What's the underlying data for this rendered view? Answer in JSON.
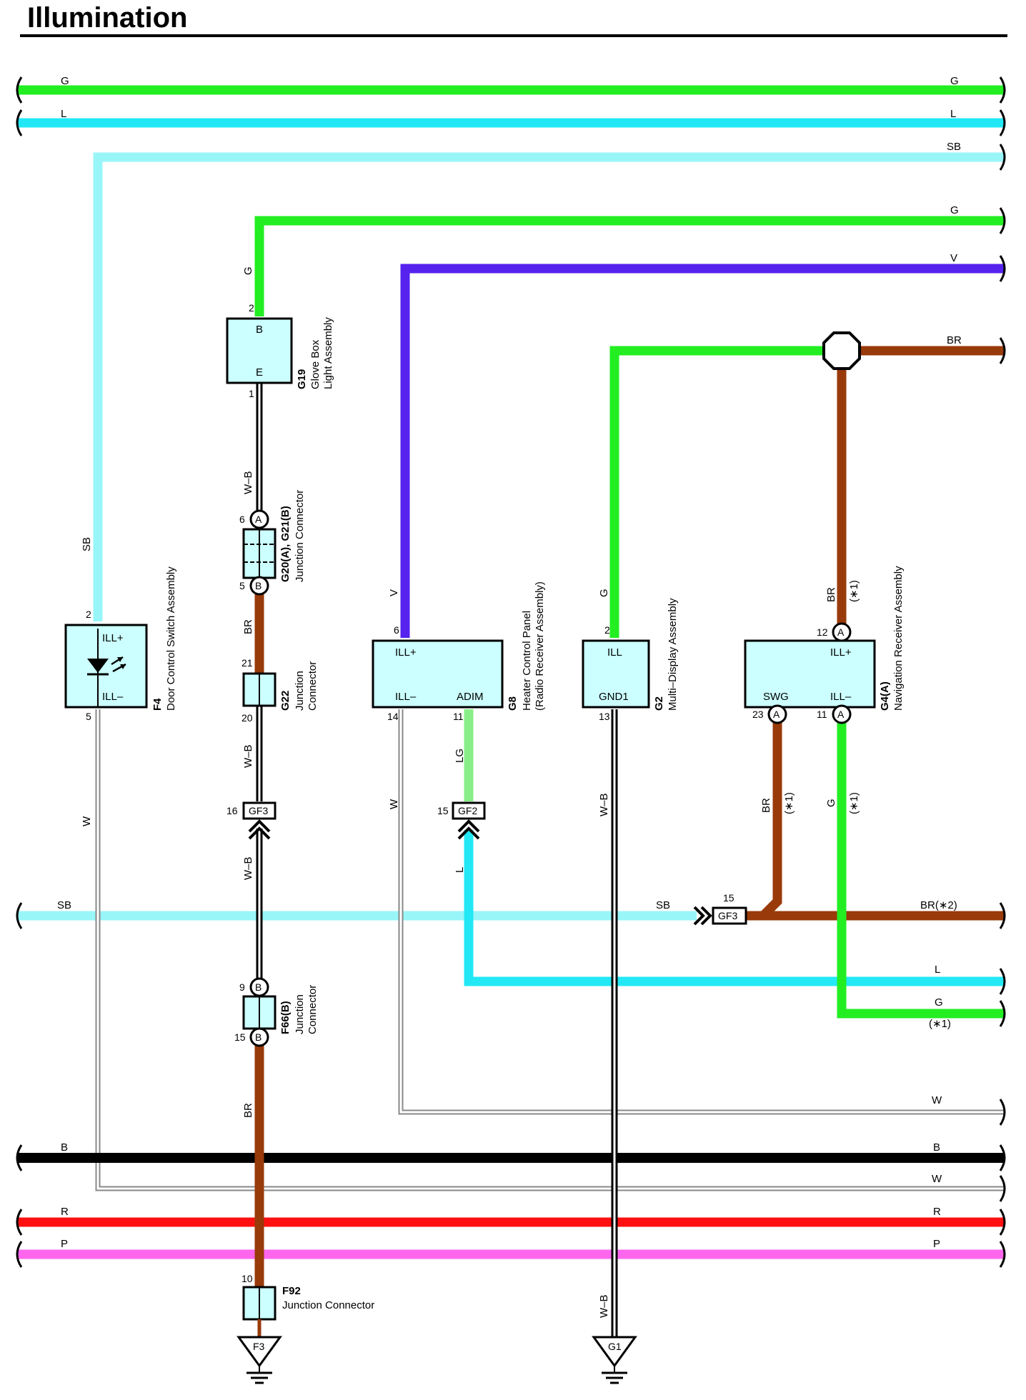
{
  "title": "Illumination",
  "colors": {
    "G": "#22ee22",
    "L": "#22e8f5",
    "SB": "#99f6f8",
    "V": "#5522ee",
    "BR": "#993a0a",
    "LG": "#88ee88",
    "B": "#000000",
    "R": "#ff1111",
    "P": "#ff66ee",
    "W": "#888888",
    "box": "#ccffff"
  },
  "wire_labels": {
    "g_top_left": "G",
    "g_top_right": "G",
    "l_top_left": "L",
    "l_top_right": "L",
    "sb_top_right": "SB",
    "g2_right": "G",
    "v_right": "V",
    "br_right": "BR",
    "sb_f4": "SB",
    "g_g19": "G",
    "wb_g19": "W–B",
    "br_g20": "BR",
    "wb_g22": "W–B",
    "wb_gf3": "W–B",
    "br_f66": "BR",
    "v_g8": "V",
    "w_g8": "W",
    "lg_g8": "LG",
    "l_gf2": "L",
    "g_g2": "G",
    "wb_g2": "W–B",
    "wb_g1": "W–B",
    "br_g4_top": "BR",
    "br_g4_top_note": "(∗1)",
    "br_g4_swg": "BR",
    "br_g4_swg_note": "(∗1)",
    "g_g4_ill": "G",
    "g_g4_ill_note": "(∗1)",
    "w_f4": "W",
    "sb_mid_left": "SB",
    "sb_mid_gf3": "SB",
    "br_mid_right": "BR(∗2)",
    "l_low_right": "L",
    "g_low_right": "G",
    "g_low_right_note": "(∗1)",
    "w_low_right": "W",
    "b_left": "B",
    "b_right": "B",
    "w2_right": "W",
    "r_left": "R",
    "r_right": "R",
    "p_left": "P",
    "p_right": "P"
  },
  "components": {
    "f4": {
      "code": "F4",
      "name": "Door Control Switch Assembly",
      "term_top": "ILL+",
      "term_bottom": "ILL–",
      "pin_top": "2",
      "pin_bottom": "5"
    },
    "g19": {
      "code": "G19",
      "name_line1": "Glove Box",
      "name_line2": "Light Assembly",
      "term_top": "B",
      "term_bottom": "E",
      "pin_top": "2",
      "pin_bottom": "1"
    },
    "g20": {
      "code": "G20(A), G21(B)",
      "name": "Junction Connector",
      "pin_top": "6",
      "pin_top_letter": "A",
      "pin_bottom": "5",
      "pin_bottom_letter": "B"
    },
    "g22": {
      "code": "G22",
      "name_line1": "Junction",
      "name_line2": "Connector",
      "pin_top": "21",
      "pin_bottom": "20"
    },
    "gf3_left": {
      "label": "GF3",
      "pin": "16"
    },
    "f66": {
      "code": "F66(B)",
      "name_line1": "Junction",
      "name_line2": "Connector",
      "pin_top": "9",
      "pin_top_letter": "B",
      "pin_bottom": "15",
      "pin_bottom_letter": "B"
    },
    "f92": {
      "code": "F92",
      "name": "Junction Connector",
      "pin": "10"
    },
    "f3": {
      "label": "F3"
    },
    "g8": {
      "code": "G8",
      "name_line1": "Heater Control Panel",
      "name_line2": "(Radio Receiver Assembly)",
      "term_top": "ILL+",
      "term_bl": "ILL–",
      "term_br": "ADIM",
      "pin_top": "6",
      "pin_bl": "14",
      "pin_br": "11"
    },
    "gf2": {
      "label": "GF2",
      "pin": "15"
    },
    "g2": {
      "code": "G2",
      "name": "Multi–Display Assembly",
      "term_top": "ILL",
      "term_bottom": "GND1",
      "pin_top": "2",
      "pin_bottom": "13"
    },
    "g1": {
      "label": "G1"
    },
    "g4": {
      "code": "G4(A)",
      "name": "Navigation Receiver Assembly",
      "term_top": "ILL+",
      "term_bl": "SWG",
      "term_br": "ILL–",
      "pin_top": "12",
      "pin_bl": "23",
      "pin_br": "11",
      "pin_letter": "A"
    },
    "gf3_right": {
      "label": "GF3",
      "pin": "15"
    }
  }
}
